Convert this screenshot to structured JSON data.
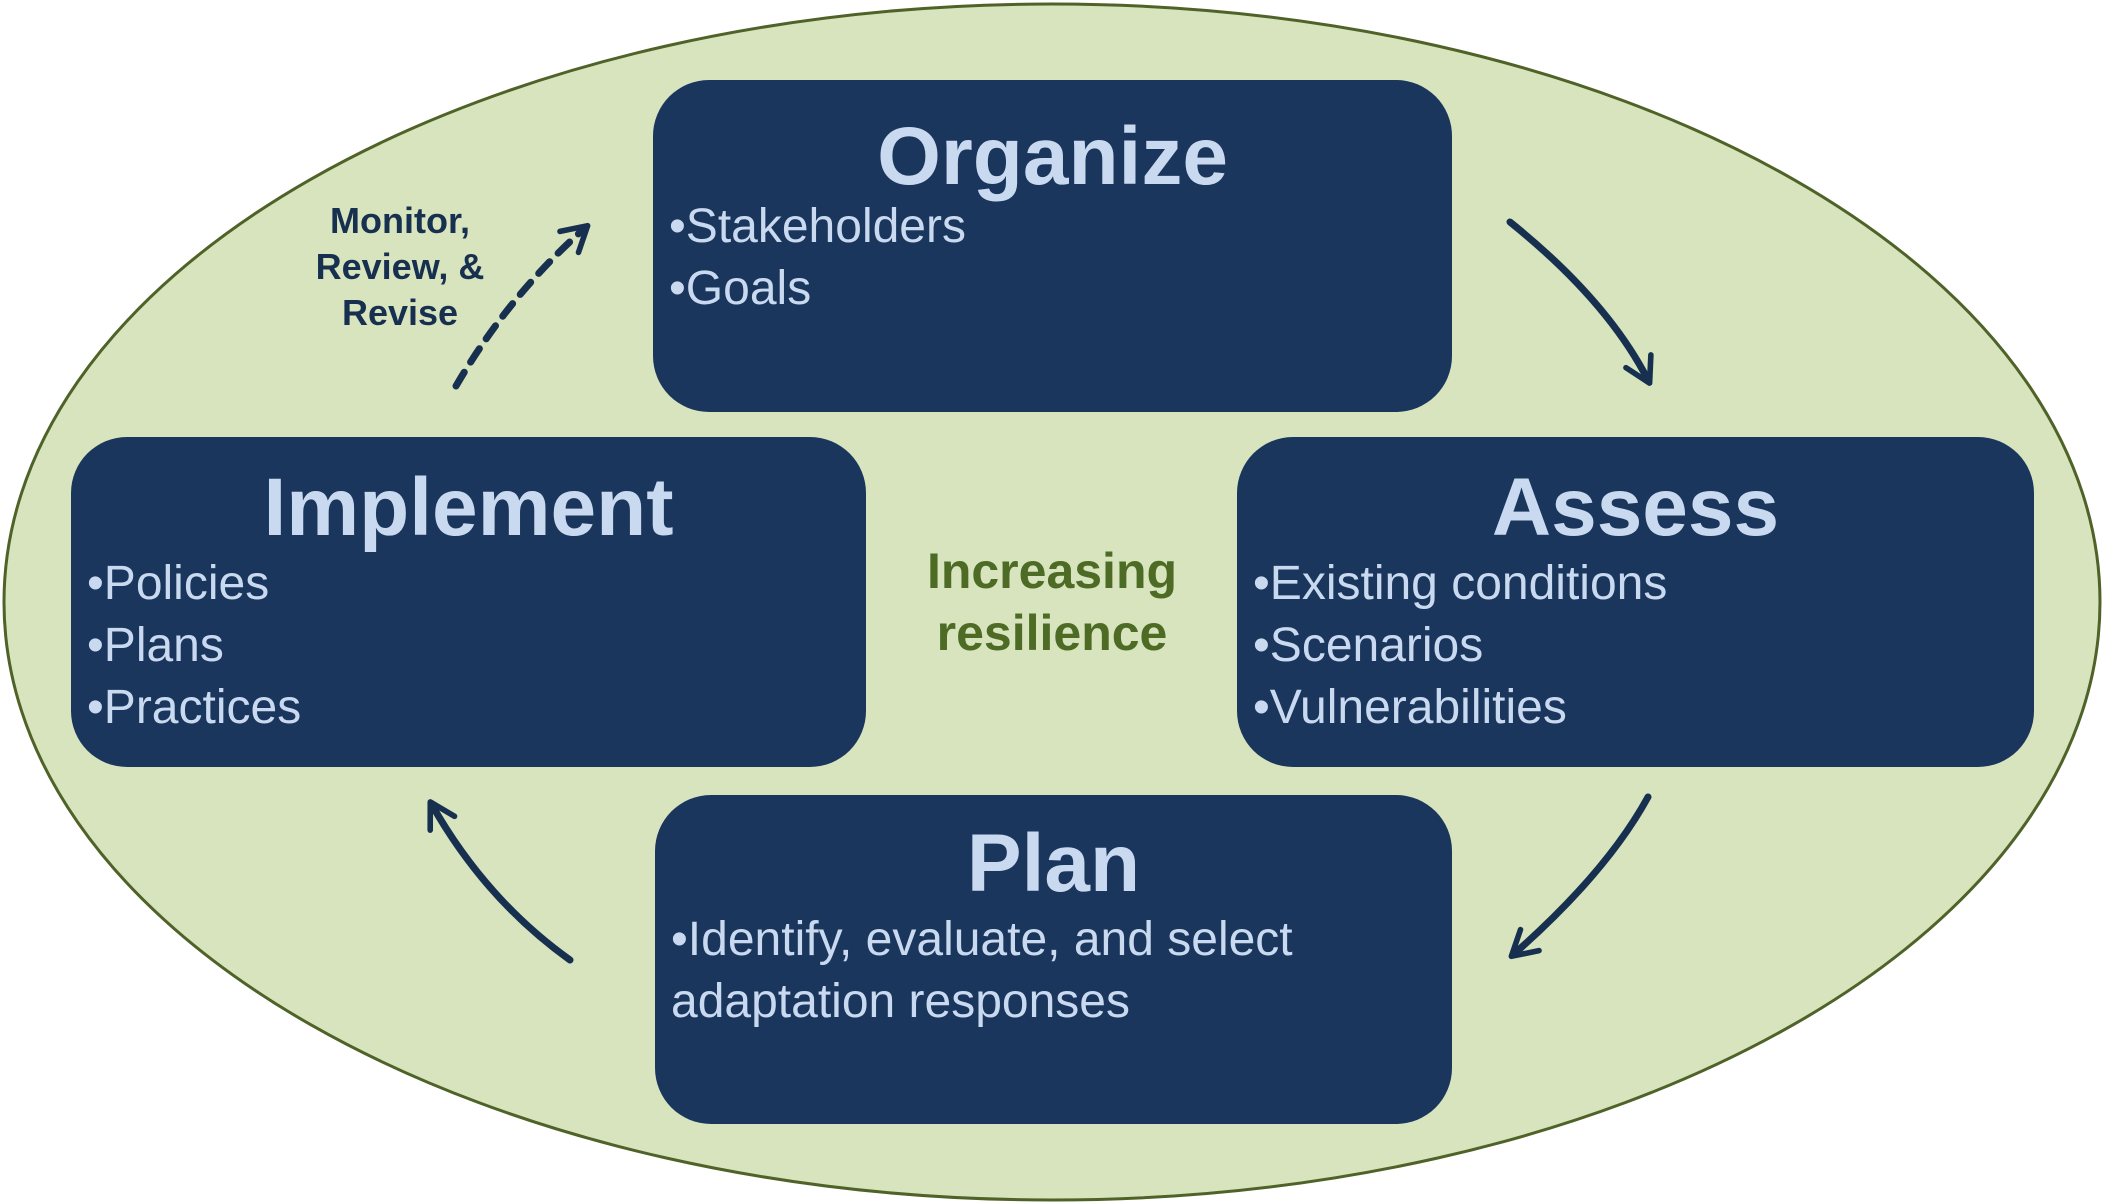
{
  "colors": {
    "ellipse_fill": "#d7e4bd",
    "ellipse_stroke": "#4f6228",
    "box_fill": "#1a365d",
    "box_text": "#c9d9ef",
    "center_text": "#4d6b25",
    "arrow": "#17304f"
  },
  "center_label": [
    "Increasing",
    "resilience"
  ],
  "monitor_label": [
    "Monitor,",
    "Review, &",
    "Revise"
  ],
  "boxes": {
    "organize": {
      "title": "Organize",
      "bullets": [
        "•Stakeholders",
        "•Goals"
      ]
    },
    "assess": {
      "title": "Assess",
      "bullets": [
        "•Existing conditions",
        "•Scenarios",
        "•Vulnerabilities"
      ]
    },
    "implement": {
      "title": "Implement",
      "bullets": [
        "•Policies",
        "•Plans",
        "•Practices"
      ]
    },
    "plan": {
      "title": "Plan",
      "text": "•Identify,  evaluate,  and  select\nadaptation  responses"
    }
  },
  "arrows": [
    {
      "name": "organize-to-assess-arrow",
      "style": "solid"
    },
    {
      "name": "assess-to-plan-arrow",
      "style": "solid"
    },
    {
      "name": "plan-to-implement-arrow",
      "style": "solid"
    },
    {
      "name": "implement-to-organize-arrow",
      "style": "dashed"
    }
  ]
}
